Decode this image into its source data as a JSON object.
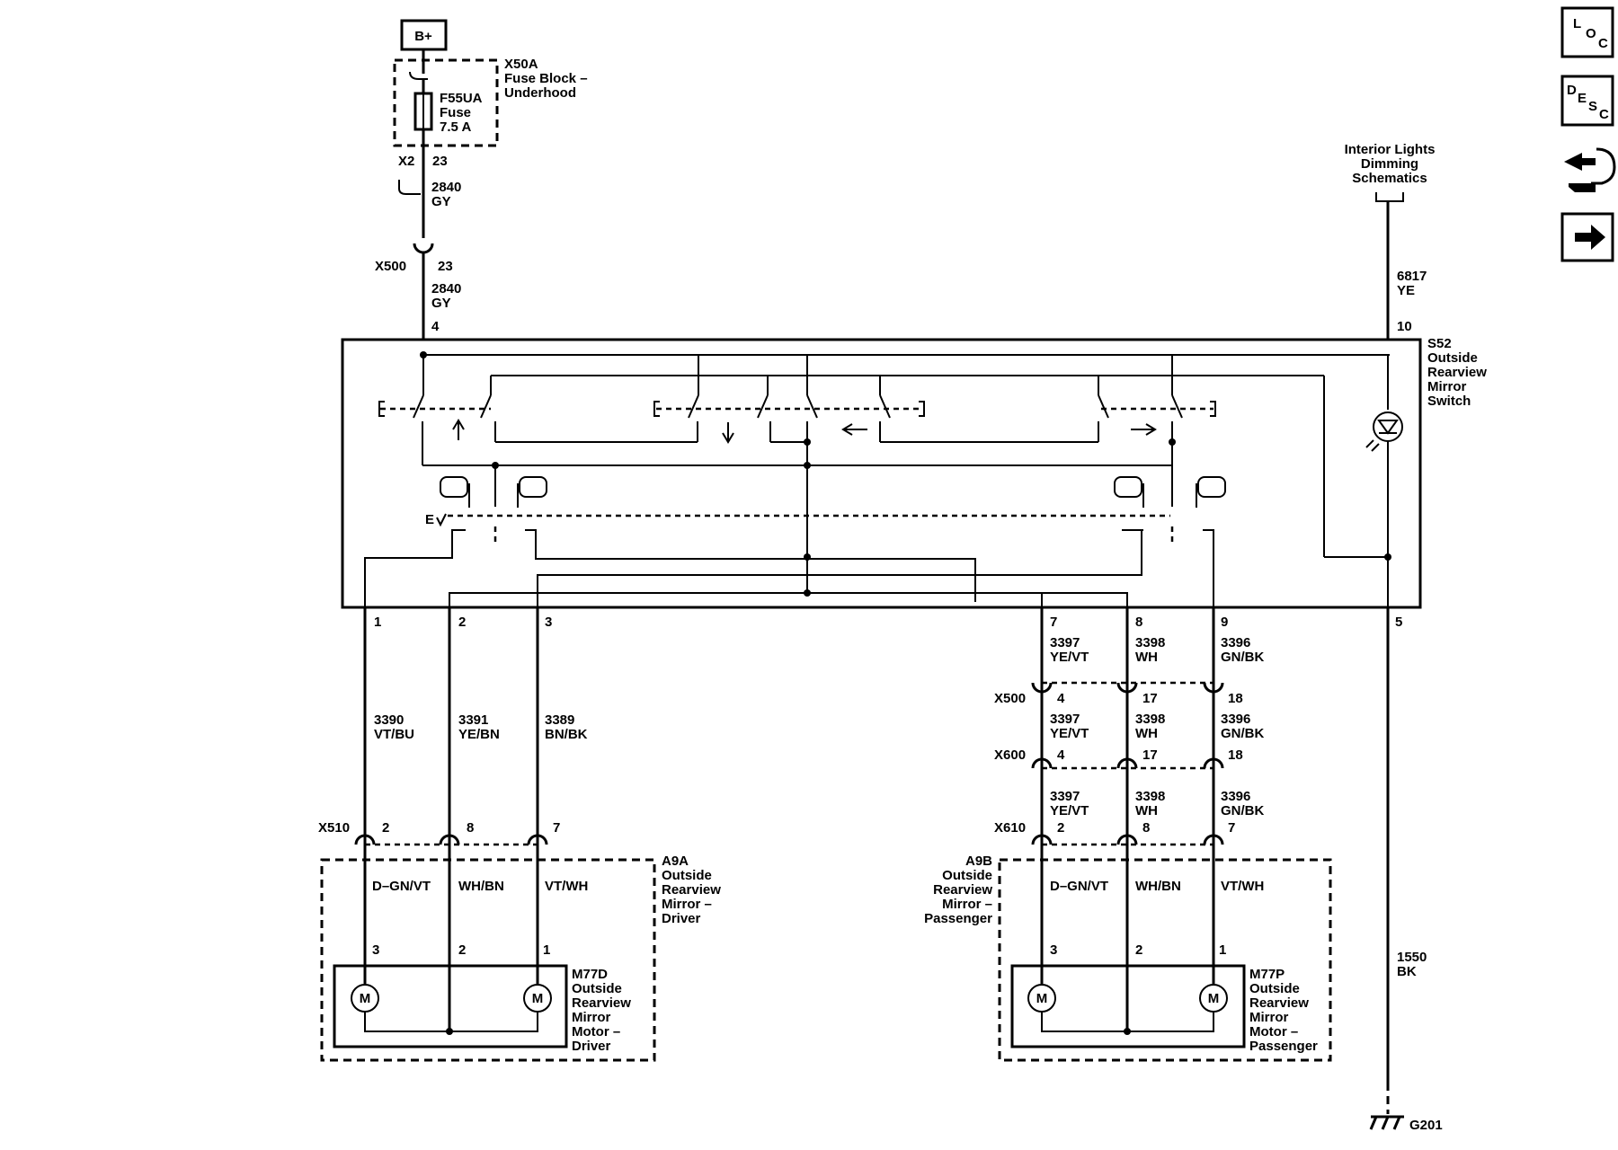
{
  "power": {
    "label": "B+"
  },
  "fuse_block": {
    "id": "X50A",
    "line1": "Fuse Block –",
    "line2": "Underhood"
  },
  "fuse": {
    "id": "F55UA",
    "name": "Fuse",
    "rating": "7.5 A"
  },
  "x2": {
    "id": "X2",
    "pin": "23"
  },
  "wire_2840": {
    "circuit": "2840",
    "color": "GY"
  },
  "x500_top": {
    "id": "X500",
    "pin": "23"
  },
  "switch": {
    "id": "S52",
    "line1": "Outside",
    "line2": "Rearview",
    "line3": "Mirror",
    "line4": "Switch",
    "pin_in": "4",
    "pin_illum": "10",
    "pin_gnd": "5",
    "lr_marker": "E"
  },
  "interior": {
    "line1": "Interior Lights",
    "line2": "Dimming",
    "line3": "Schematics"
  },
  "wire_6817": {
    "circuit": "6817",
    "color": "YE"
  },
  "wire_1550": {
    "circuit": "1550",
    "color": "BK"
  },
  "ground": {
    "id": "G201"
  },
  "driver_wires": [
    {
      "pin": "1",
      "circuit": "3390",
      "color": "VT/BU",
      "x510_pin": "2",
      "mirror_color": "D–GN/VT",
      "motor_pin": "3"
    },
    {
      "pin": "2",
      "circuit": "3391",
      "color": "YE/BN",
      "x510_pin": "8",
      "mirror_color": "WH/BN",
      "motor_pin": "2"
    },
    {
      "pin": "3",
      "circuit": "3389",
      "color": "BN/BK",
      "x510_pin": "7",
      "mirror_color": "VT/WH",
      "motor_pin": "1"
    }
  ],
  "pass_wires": [
    {
      "pin": "7",
      "circuit": "3397",
      "color": "YE/VT",
      "x500_pin": "4",
      "x600_pin": "4",
      "x610_pin": "2",
      "mirror_color": "D–GN/VT",
      "motor_pin": "3"
    },
    {
      "pin": "8",
      "circuit": "3398",
      "color": "WH",
      "x500_pin": "17",
      "x600_pin": "17",
      "x610_pin": "8",
      "mirror_color": "WH/BN",
      "motor_pin": "2"
    },
    {
      "pin": "9",
      "circuit": "3396",
      "color": "GN/BK",
      "x500_pin": "18",
      "x600_pin": "18",
      "x610_pin": "7",
      "mirror_color": "VT/WH",
      "motor_pin": "1"
    }
  ],
  "connectors": {
    "x500": "X500",
    "x600": "X600",
    "x510": "X510",
    "x610": "X610"
  },
  "mirror_driver": {
    "id": "A9A",
    "line1": "Outside",
    "line2": "Rearview",
    "line3": "Mirror –",
    "line4": "Driver"
  },
  "mirror_pass": {
    "id": "A9B",
    "line1": "Outside",
    "line2": "Rearview",
    "line3": "Mirror –",
    "line4": "Passenger"
  },
  "motor_driver": {
    "id": "M77D",
    "line1": "Outside",
    "line2": "Rearview",
    "line3": "Mirror",
    "line4": "Motor –",
    "line5": "Driver"
  },
  "motor_pass": {
    "id": "M77P",
    "line1": "Outside",
    "line2": "Rearview",
    "line3": "Mirror",
    "line4": "Motor –",
    "line5": "Passenger"
  },
  "motor_symbol": "M",
  "nav": {
    "loc": [
      "L",
      "O",
      "C"
    ],
    "desc": [
      "D",
      "E",
      "S",
      "C"
    ]
  }
}
